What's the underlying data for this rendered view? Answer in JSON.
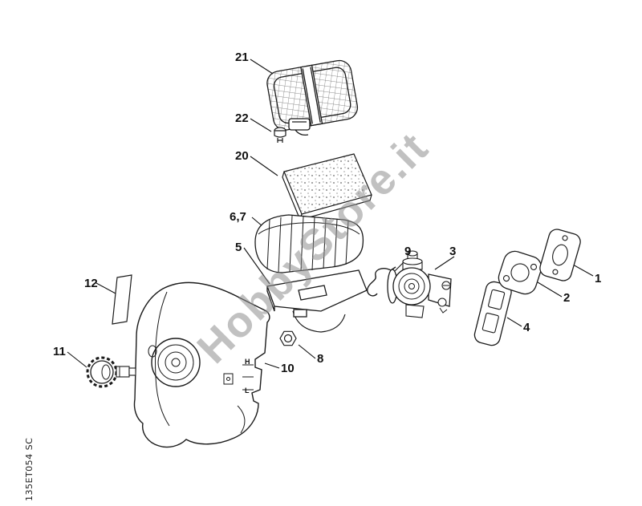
{
  "page": {
    "watermark": "HobbyStore.it",
    "footer_code": "135ET054 SC"
  },
  "diagram": {
    "part_labels": [
      {
        "id": "21"
      },
      {
        "id": "22"
      },
      {
        "id": "20"
      },
      {
        "id": "6,7"
      },
      {
        "id": "5"
      },
      {
        "id": "12"
      },
      {
        "id": "11"
      },
      {
        "id": "9"
      },
      {
        "id": "3"
      },
      {
        "id": "1"
      },
      {
        "id": "2"
      },
      {
        "id": "4"
      },
      {
        "id": "8"
      },
      {
        "id": "10"
      }
    ],
    "cover_markings": {
      "high": "H",
      "low": "L"
    }
  }
}
